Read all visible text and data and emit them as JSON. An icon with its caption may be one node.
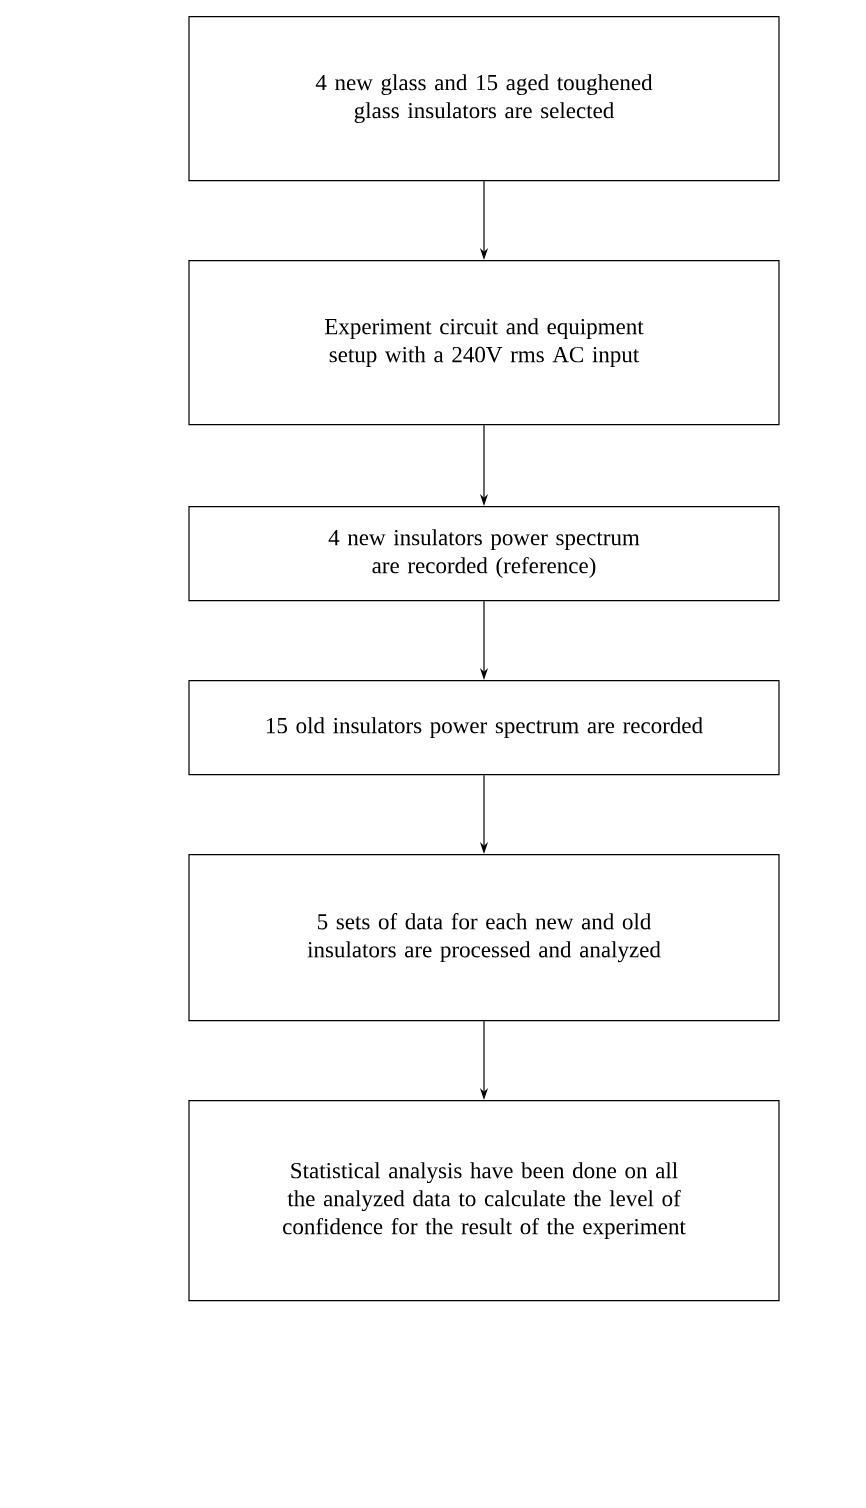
{
  "diagram": {
    "nodes": [
      {
        "text": [
          "4 new glass and 15 aged toughened glass insulators are selected"
        ]
      },
      {
        "text": [
          "Experiment circuit and equipment setup with a 240V rms AC input"
        ]
      },
      {
        "text": [
          "4 new insulators power spectrum are recorded (reference)"
        ]
      },
      {
        "text": [
          "15 old insulators power spectrum are recorded"
        ]
      },
      {
        "text": [
          "5 sets of data for each new and old insulators are processed and analyzed"
        ]
      },
      {
        "text": [
          "Statistical analysis have been done on all the analyzed data to calculate the level of confidence for the result of the experiment"
        ]
      }
    ],
    "edges": [
      {
        "from": 0,
        "to": 1,
        "arrow": "to"
      },
      {
        "from": 1,
        "to": 2,
        "arrow": "to"
      },
      {
        "from": 2,
        "to": 3,
        "arrow": "to"
      },
      {
        "from": 3,
        "to": 4,
        "arrow": "to"
      },
      {
        "from": 4,
        "to": 5,
        "arrow": "to"
      }
    ]
  }
}
